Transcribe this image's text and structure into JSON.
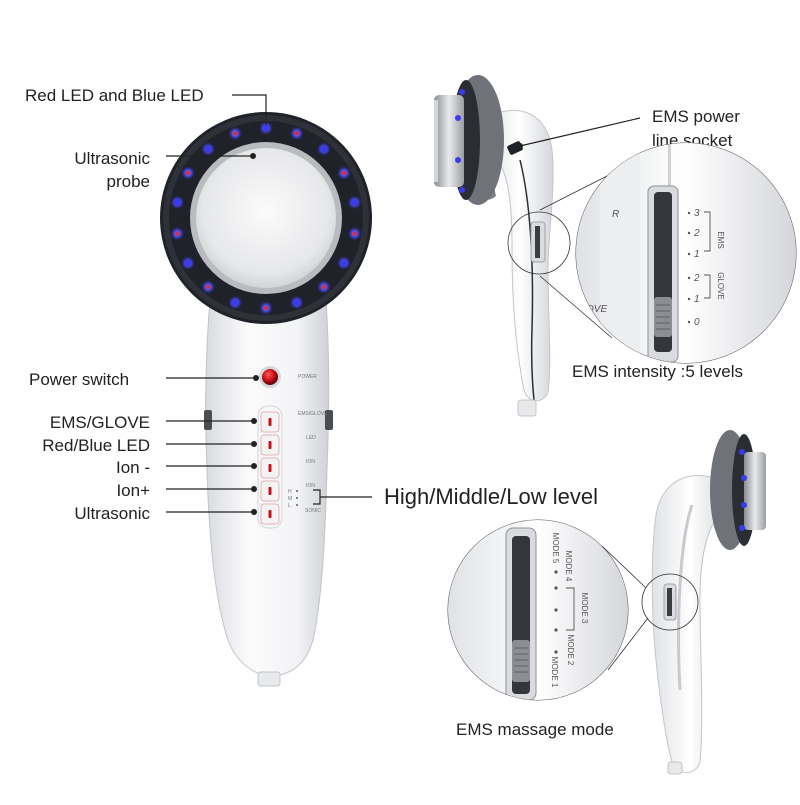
{
  "labels": {
    "led": "Red LED and Blue LED",
    "probe_line1": "Ultrasonic",
    "probe_line2": "probe",
    "power_switch": "Power switch",
    "ems_glove": "EMS/GLOVE",
    "red_blue_led": "Red/Blue LED",
    "ion_minus": "Ion -",
    "ion_plus": "Ion+",
    "ultrasonic": "Ultrasonic",
    "level": "High/Middle/Low level",
    "socket_line1": "EMS power",
    "socket_line2": "line socket",
    "ems_intensity": "EMS intensity :5 levels",
    "ems_mode": "EMS massage mode"
  },
  "device_text": {
    "power": "POWER",
    "ems_glove": "EMS/GLOVE",
    "led": "LED",
    "ion": "ION",
    "ion2": "ION",
    "sonic": "SONIC",
    "h": "H",
    "m": "M",
    "l": "L"
  },
  "intensity_zoom": {
    "ems": "EMS",
    "glove": "GLOVE",
    "levels": [
      "3",
      "2",
      "1",
      "2",
      "1",
      "0"
    ],
    "glove_partial": "OVE",
    "r_partial": "R"
  },
  "mode_zoom": {
    "modes": [
      "MODE 5",
      "MODE 4",
      "MODE 3",
      "MODE 2",
      "MODE 1"
    ]
  },
  "colors": {
    "led_blue": "#3a3af0",
    "ring": "#1f2228",
    "body": "#f1f2f4",
    "power_red": "#c8101a"
  }
}
